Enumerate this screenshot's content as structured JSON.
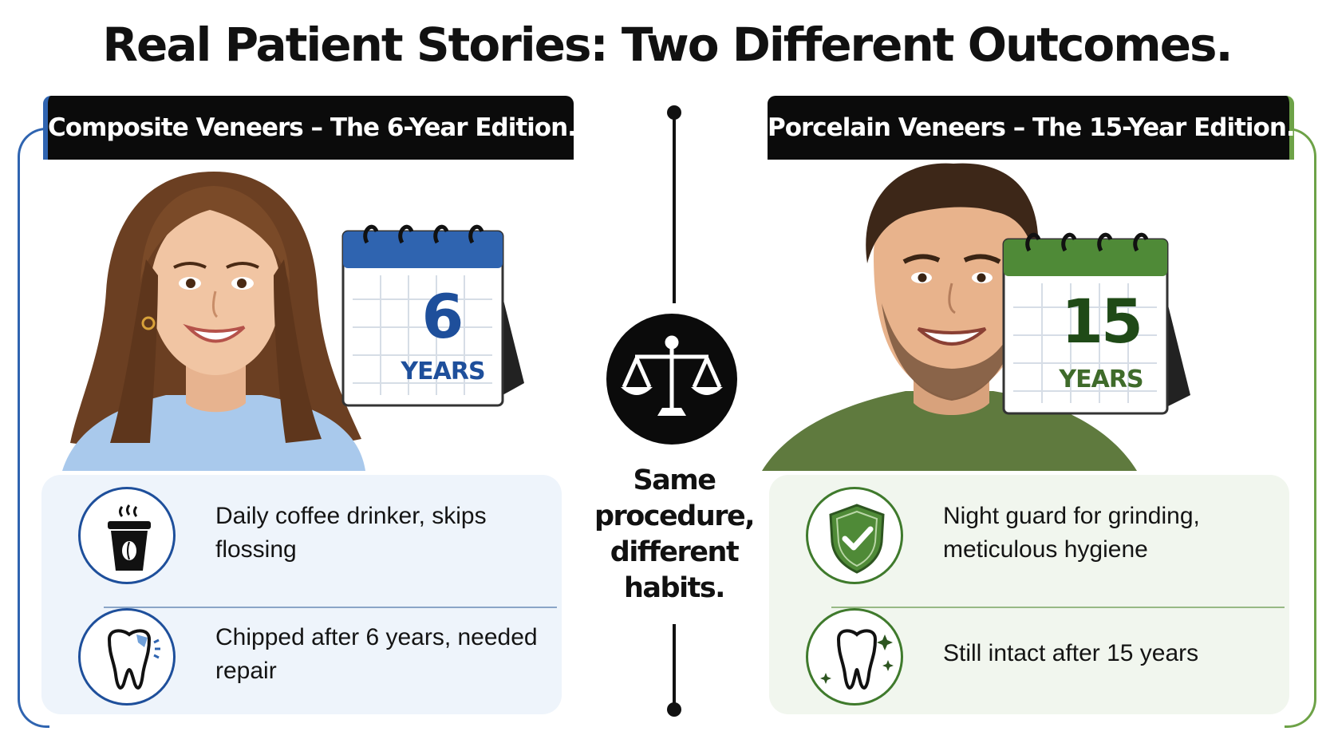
{
  "title": "Real Patient Stories: Two Different Outcomes.",
  "colors": {
    "composite_accent": "#2f64b0",
    "porcelain_accent": "#4f8a37",
    "header_bg": "#0b0b0b"
  },
  "left_panel": {
    "header": "Composite Veneers – The 6-Year Edition.",
    "calendar": {
      "number": "6",
      "unit": "YEARS"
    },
    "items": [
      {
        "icon": "coffee-cup-icon",
        "text": "Daily coffee drinker, skips flossing"
      },
      {
        "icon": "chipped-tooth-icon",
        "text": "Chipped after 6 years, needed repair"
      }
    ]
  },
  "right_panel": {
    "header": "Porcelain Veneers – The 15-Year Edition.",
    "calendar": {
      "number": "15",
      "unit": "YEARS"
    },
    "items": [
      {
        "icon": "shield-check-icon",
        "text": "Night guard for grinding, meticulous hygiene"
      },
      {
        "icon": "sparkling-tooth-icon",
        "text": "Still intact after 15 years"
      }
    ]
  },
  "center": {
    "icon": "balance-scale-icon",
    "text": "Same procedure, different habits."
  }
}
